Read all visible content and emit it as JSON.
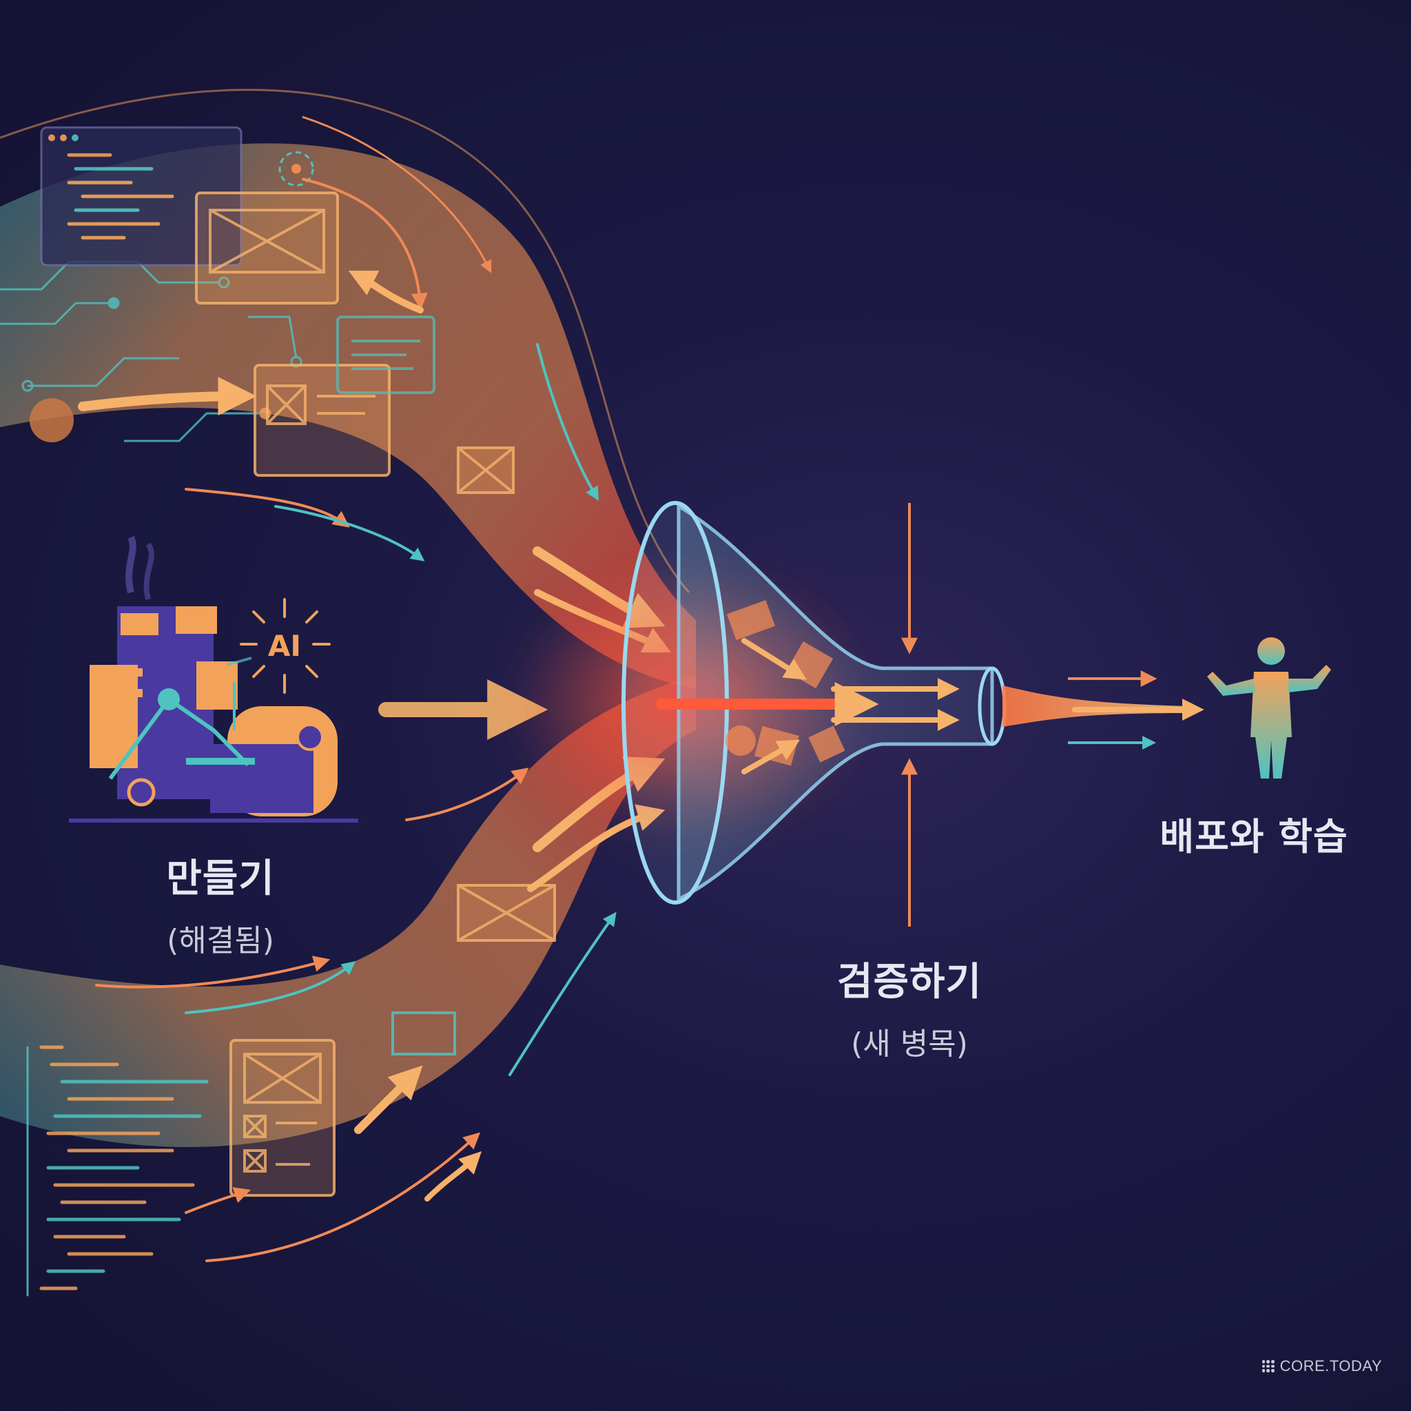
{
  "stages": {
    "build": {
      "title": "만들기",
      "subtitle": "(해결됨)"
    },
    "verify": {
      "title": "검증하기",
      "subtitle": "(새 병목)"
    },
    "deploy": {
      "title": "배포와 학습"
    }
  },
  "factory_badge": "AI",
  "brand": "CORE.TODAY",
  "colors": {
    "background": "#181739",
    "stream_orange": "#f3a25a",
    "stream_teal": "#4fc3c0",
    "hot_red": "#ff4a3a",
    "factory_purple": "#4a3aa0"
  },
  "icons": [
    "factory-icon",
    "funnel-icon",
    "person-icon",
    "code-window-icon",
    "wireframe-icon"
  ]
}
